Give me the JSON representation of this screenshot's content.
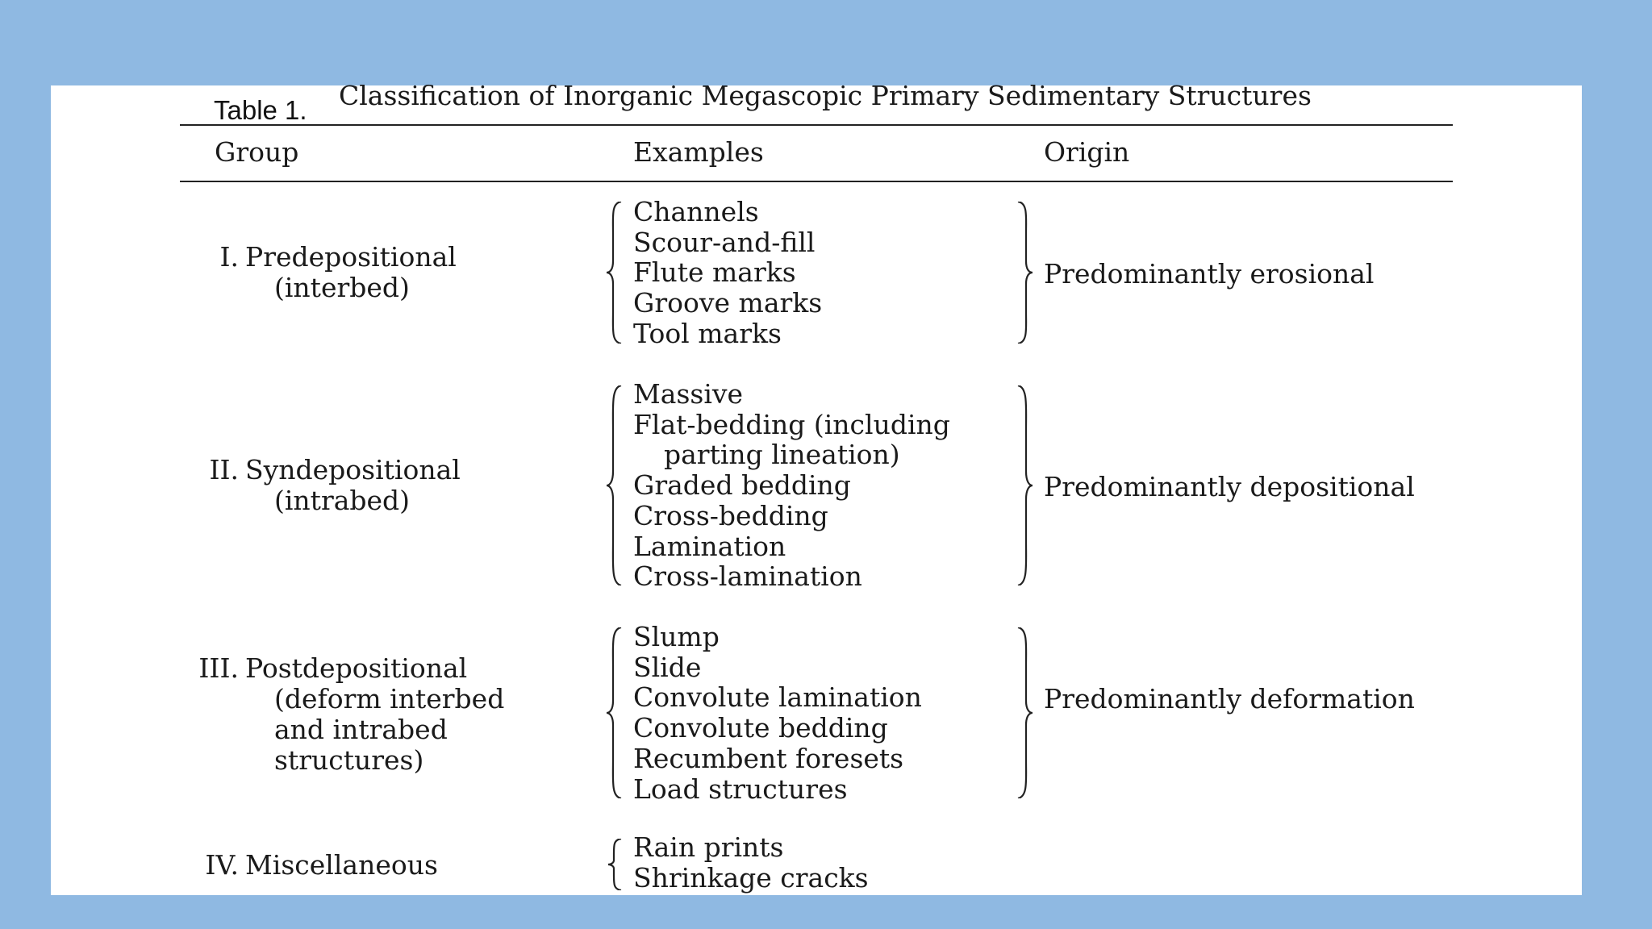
{
  "overlay_label": "Table 1.",
  "title": "Classification of Inorganic Megascopic Primary Sedimentary Structures",
  "headers": {
    "group": "Group",
    "examples": "Examples",
    "origin": "Origin"
  },
  "rows": [
    {
      "numeral": "I.",
      "group_lines": [
        "Predepositional",
        "(interbed)"
      ],
      "examples": [
        "Channels",
        "Scour-and-fill",
        "Flute marks",
        "Groove marks",
        "Tool marks"
      ],
      "origin": "Predominantly erosional"
    },
    {
      "numeral": "II.",
      "group_lines": [
        "Syndepositional",
        "(intrabed)"
      ],
      "examples": [
        "Massive",
        "Flat-bedding (including",
        "parting lineation)",
        "Graded bedding",
        "Cross-bedding",
        "Lamination",
        "Cross-lamination"
      ],
      "origin": "Predominantly depositional"
    },
    {
      "numeral": "III.",
      "group_lines": [
        "Postdepositional",
        "(deform interbed",
        "and intrabed",
        "structures)"
      ],
      "examples": [
        "Slump",
        "Slide",
        "Convolute lamination",
        "Convolute bedding",
        "Recumbent foresets",
        "Load structures"
      ],
      "origin": "Predominantly deformation"
    },
    {
      "numeral": "IV.",
      "group_lines": [
        "Miscellaneous"
      ],
      "examples": [
        "Rain prints",
        "Shrinkage cracks"
      ],
      "origin": ""
    }
  ]
}
